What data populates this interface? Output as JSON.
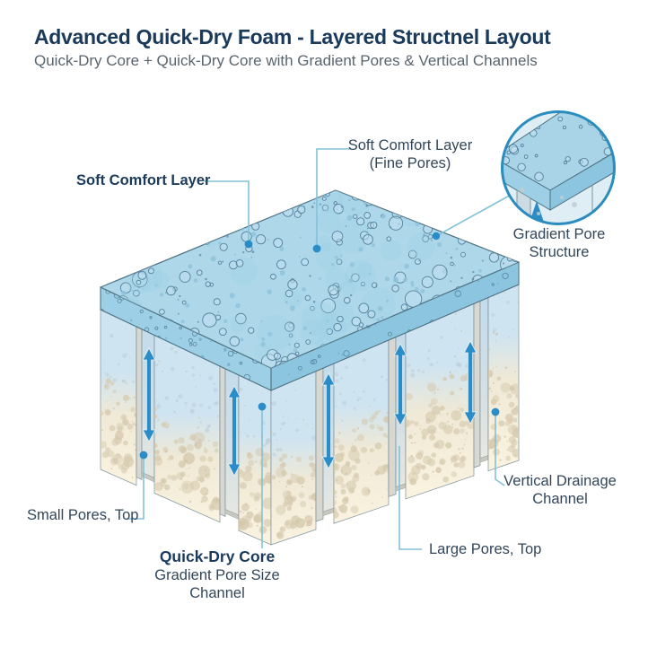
{
  "header": {
    "title": "Advanced Quick-Dry Foam - Layered Structnel Layout",
    "subtitle": "Quick-Dry Core + Quick-Dry Core with Gradient Pores & Vertical Channels"
  },
  "labels": {
    "soft_comfort_layer": "Soft Comfort Layer",
    "fine_pores": {
      "line1": "Soft Comfort Layer",
      "line2": "(Fine Pores)"
    },
    "gradient_pore": {
      "line1": "Gradient Pore",
      "line2": "Structure"
    },
    "small_pores": "Small Pores, Top",
    "quick_dry_core": {
      "line1": "Quick-Dry Core",
      "line2": "Gradient Pore Size",
      "line3": "Channel"
    },
    "large_pores": "Large Pores, Top",
    "vertical_drainage": {
      "line1": "Vertical Drainage",
      "line2": "Channel"
    }
  },
  "colors": {
    "background": "#ffffff",
    "title_navy": "#1a3a5c",
    "subtitle_gray": "#59646e",
    "label_navy": "#1b3b5d",
    "label_dark": "#33465a",
    "accent_blue": "#2a8dc8",
    "leader_blue": "#82c2d8",
    "top_face_blue": "#aed7ea",
    "top_pore_outline": "#53809c",
    "rim_blue_left": "#9dcfe6",
    "rim_blue_right": "#8cc5df",
    "slab_blue": "#cfe4f1",
    "slab_cream": "#f9f3e0",
    "pore_beige": "#d5c9ad",
    "channel_blue": "#c3dbeb",
    "side_gray": "#d8d8d0",
    "groove_gray": "#c8c8bf",
    "outline": "#4e7282"
  }
}
